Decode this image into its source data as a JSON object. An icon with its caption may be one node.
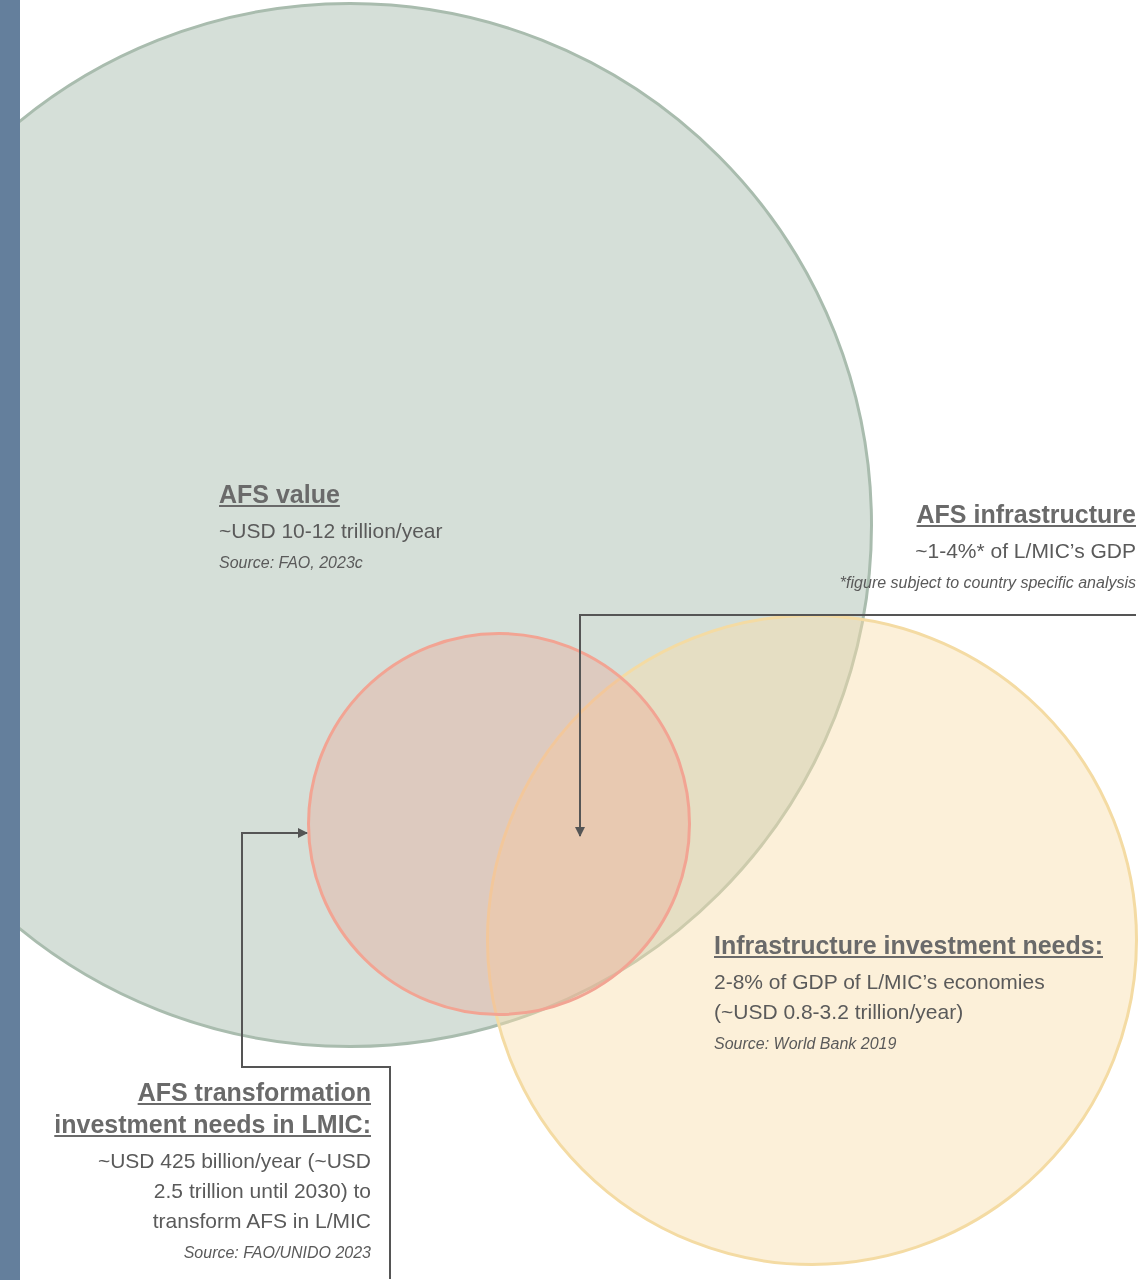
{
  "diagram": {
    "nodes": [
      {
        "text": [
          "AFS value",
          "~USD 10-12 trillion/year",
          "Source: FAO, 2023c"
        ]
      },
      {
        "text": [
          "AFS infrastructure",
          "~1-4%* of L/MIC’s GDP",
          "*figure subject to country specific analysis"
        ]
      },
      {
        "text": [],
        "shape": "circle",
        "in": 0
      },
      {
        "text": [
          "Infrastructure investment needs:",
          "2-8% of GDP of L/MIC’s economies (~USD 0.8-3.2 trillion/year)",
          "Source: World Bank 2019"
        ]
      },
      {
        "text": [
          "AFS transformation investment needs in LMIC:",
          "~USD 425 billion/year (~USD 2.5 trillion until 2030) to transform AFS in L/MIC",
          "Source: FAO/UNIDO 2023"
        ]
      },
      {
        "text": [],
        "shape": "bar"
      }
    ],
    "edges": [
      {
        "from": 1,
        "to": 2,
        "arrow": "to"
      },
      {
        "from": 4,
        "to": 2,
        "arrow": "to"
      }
    ]
  }
}
